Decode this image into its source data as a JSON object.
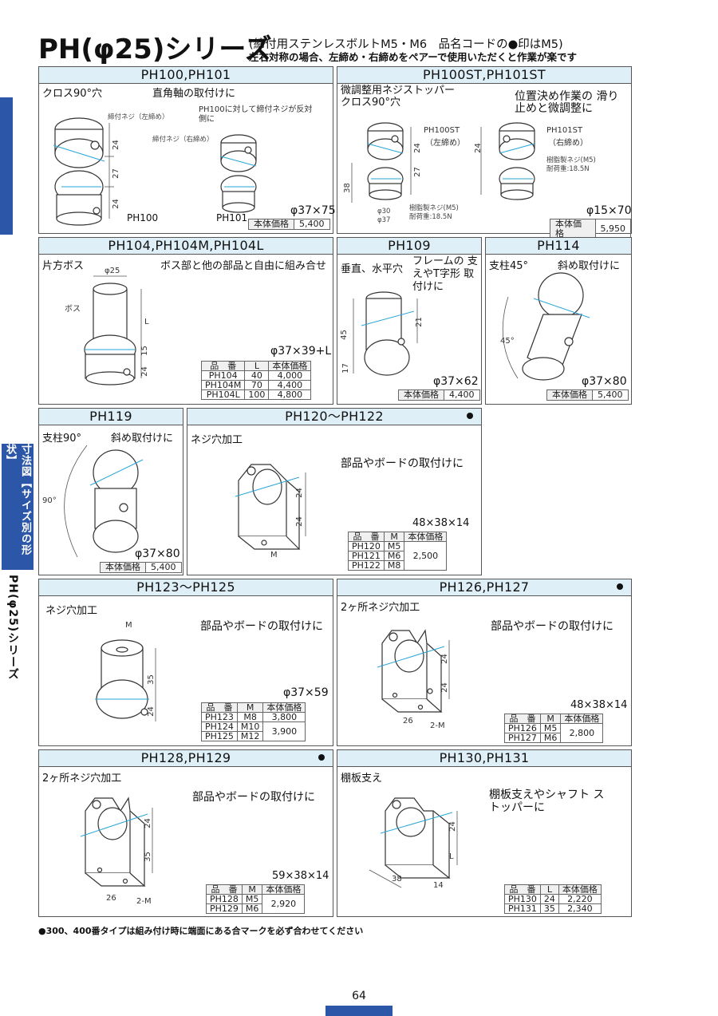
{
  "header": {
    "title": "PH(φ25)シリーズ",
    "subtitle": "(締付用ステンレスボルトM5・M6　品名コードの●印はM5)",
    "subtitle2": "左右対称の場合、左締め・右締めをペアーで使用いただくと作業が楽です"
  },
  "side": {
    "label": "寸法図【サイズ別の形状】",
    "series": "PH(φ25)シリーズ"
  },
  "panels": {
    "p100": {
      "title": "PH100,PH101",
      "type": "クロス90°穴",
      "desc": "直角軸の取付けに",
      "note": "PH100に対して締付ネジが反対側に",
      "left_screw": "締付ネジ（左締め）",
      "right_screw": "締付ネジ（右締め）",
      "dims": [
        "24",
        "27",
        "24"
      ],
      "label_a": "PH100",
      "label_b": "PH101",
      "size": "φ37×75",
      "price_label": "本体価格",
      "price": "5,400"
    },
    "p100st": {
      "title": "PH100ST,PH101ST",
      "type": "微調整用ネジストッパー クロス90°穴",
      "desc": "位置決め作業の 滑り止めと微調整に",
      "label_a": "PH100ST",
      "label_a2": "（左締め）",
      "label_b": "PH101ST",
      "label_b2": "（右締め）",
      "resin": "樹脂製ネジ(M5)",
      "load": "耐荷重:18.5N",
      "resin2": "樹脂製ネジ(M5)",
      "load2": "耐荷重:18.5N",
      "dims": [
        "24",
        "27",
        "38",
        "24",
        "φ30",
        "φ37"
      ],
      "size": "φ15×70",
      "price_label": "本体価格",
      "price": "5,950"
    },
    "p104": {
      "title": "PH104,PH104M,PH104L",
      "type": "片方ボス",
      "desc": "ボス部と他の部品と自由に組み合せ",
      "boss": "ボス",
      "phi": "φ25",
      "dims": [
        "L",
        "15",
        "24"
      ],
      "size": "φ37×39+L",
      "table": {
        "headers": [
          "品　番",
          "L",
          "本体価格"
        ],
        "rows": [
          [
            "PH104",
            "40",
            "4,000"
          ],
          [
            "PH104M",
            "70",
            "4,400"
          ],
          [
            "PH104L",
            "100",
            "4,800"
          ]
        ]
      }
    },
    "p109": {
      "title": "PH109",
      "type": "垂直、水平穴",
      "desc": "フレームの 支えやT字形 取付けに",
      "dims": [
        "45",
        "21",
        "17"
      ],
      "size": "φ37×62",
      "price_label": "本体価格",
      "price": "4,400"
    },
    "p114": {
      "title": "PH114",
      "type": "支柱45°",
      "desc": "斜め取付けに",
      "angle": "45°",
      "size": "φ37×80",
      "price_label": "本体価格",
      "price": "5,400"
    },
    "p119": {
      "title": "PH119",
      "type": "支柱90°",
      "desc": "斜め取付けに",
      "angle": "90°",
      "size": "φ37×80",
      "price_label": "本体価格",
      "price": "5,400"
    },
    "p120": {
      "title": "PH120～PH122",
      "type": "ネジ穴加工",
      "desc": "部品やボードの取付けに",
      "dims": [
        "24",
        "24"
      ],
      "m": "M",
      "size": "48×38×14",
      "table": {
        "headers": [
          "品　番",
          "M",
          "本体価格"
        ],
        "rows": [
          [
            "PH120",
            "M5",
            ""
          ],
          [
            "PH121",
            "M6",
            "2,500"
          ],
          [
            "PH122",
            "M8",
            ""
          ]
        ]
      }
    },
    "p123": {
      "title": "PH123～PH125",
      "type": "ネジ穴加工",
      "desc": "部品やボードの取付けに",
      "m": "M",
      "dims": [
        "35",
        "24"
      ],
      "size": "φ37×59",
      "table": {
        "headers": [
          "品　番",
          "M",
          "本体価格"
        ],
        "rows": [
          [
            "PH123",
            "M8",
            "3,800"
          ],
          [
            "PH124",
            "M10",
            ""
          ],
          [
            "PH125",
            "M12",
            "3,900"
          ]
        ]
      }
    },
    "p126": {
      "title": "PH126,PH127",
      "type": "2ヶ所ネジ穴加工",
      "desc": "部品やボードの取付けに",
      "dims": [
        "24",
        "24",
        "26",
        "2-M"
      ],
      "size": "48×38×14",
      "table": {
        "headers": [
          "品　番",
          "M",
          "本体価格"
        ],
        "rows": [
          [
            "PH126",
            "M5",
            ""
          ],
          [
            "PH127",
            "M6",
            "2,800"
          ]
        ]
      }
    },
    "p128": {
      "title": "PH128,PH129",
      "type": "2ヶ所ネジ穴加工",
      "desc": "部品やボードの取付けに",
      "dims": [
        "24",
        "35",
        "26",
        "2-M"
      ],
      "size": "59×38×14",
      "table": {
        "headers": [
          "品　番",
          "M",
          "本体価格"
        ],
        "rows": [
          [
            "PH128",
            "M5",
            ""
          ],
          [
            "PH129",
            "M6",
            "2,920"
          ]
        ]
      }
    },
    "p130": {
      "title": "PH130,PH131",
      "type": "棚板支え",
      "desc": "棚板支えやシャフト ストッパーに",
      "dims": [
        "24",
        "L",
        "38",
        "14"
      ],
      "table": {
        "headers": [
          "品　番",
          "L",
          "本体価格"
        ],
        "rows": [
          [
            "PH130",
            "24",
            "2,220"
          ],
          [
            "PH131",
            "35",
            "2,340"
          ]
        ]
      }
    }
  },
  "footnote": "●300、400番タイプは組み付け時に端面にある合マークを必ず合わせてください",
  "page_number": "64",
  "colors": {
    "accent": "#2c56a8",
    "header_bg": "#dfeff8",
    "dim_line": "#2aa6d8"
  }
}
